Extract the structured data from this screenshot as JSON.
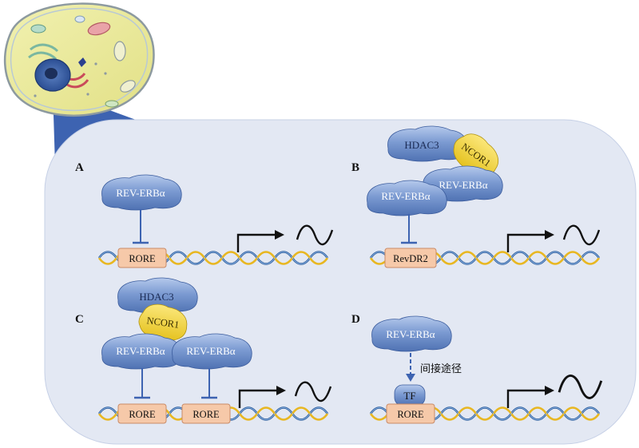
{
  "panels": {
    "a": {
      "letter": "A",
      "protein": "REV-ERBα",
      "element": "RORE"
    },
    "b": {
      "letter": "B",
      "protein_left": "REV-ERBα",
      "protein_right": "REV-ERBα",
      "hdac": "HDAC3",
      "ncor": "NCOR1",
      "element": "RevDR2"
    },
    "c": {
      "letter": "C",
      "protein_left": "REV-ERBα",
      "protein_right": "REV-ERBα",
      "hdac": "HDAC3",
      "ncor": "NCOR1",
      "element_left": "RORE",
      "element_right": "RORE"
    },
    "d": {
      "letter": "D",
      "protein": "REV-ERBα",
      "pathway": "间接途径",
      "tf": "TF",
      "element": "RORE"
    }
  },
  "colors": {
    "panel_bg": "#e3e8f3",
    "callout": "#3d63b1",
    "protein_fill": "#6f8fc9",
    "protein_top": "#a6bde6",
    "ncor_fill": "#f2d63c",
    "rore_fill": "#f6c9a9",
    "dna_blue": "#2f5f9c",
    "dna_yellow": "#e8b722",
    "cell_fill": "#ecec9a"
  }
}
